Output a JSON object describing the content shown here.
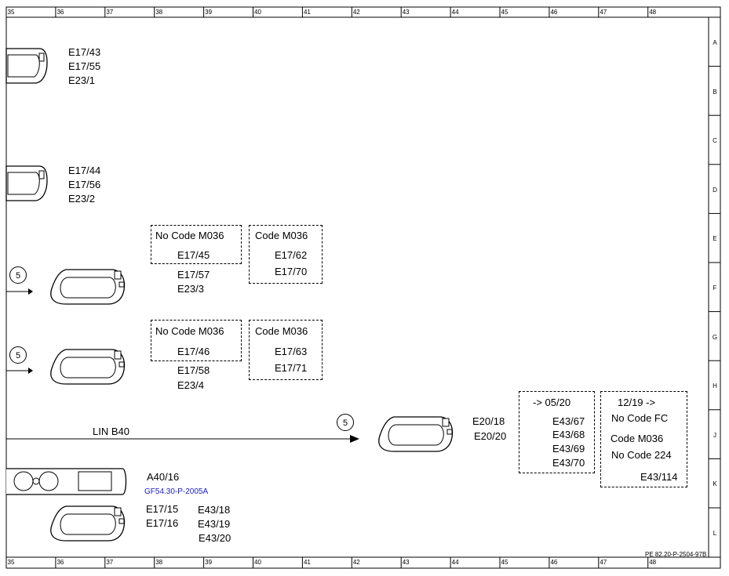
{
  "ruler": {
    "cols": [
      "35",
      "36",
      "37",
      "38",
      "39",
      "40",
      "41",
      "42",
      "43",
      "44",
      "45",
      "46",
      "47",
      "48"
    ],
    "rows": [
      "A",
      "B",
      "C",
      "D",
      "E",
      "F",
      "G",
      "H",
      "J",
      "K",
      "L"
    ]
  },
  "groups": {
    "g1": [
      "E17/43",
      "E17/55",
      "E23/1"
    ],
    "g2": [
      "E17/44",
      "E17/56",
      "E23/2"
    ]
  },
  "box1": {
    "title": "No Code M036",
    "item": "E17/45",
    "below": [
      "E17/57",
      "E23/3"
    ]
  },
  "box2": {
    "title": "Code M036",
    "items": [
      "E17/62",
      "E17/70"
    ]
  },
  "box3": {
    "title": "No Code M036",
    "item": "E17/46",
    "below": [
      "E17/58",
      "E23/4"
    ]
  },
  "box4": {
    "title": "Code M036",
    "items": [
      "E17/63",
      "E17/71"
    ]
  },
  "arrow_label": "5",
  "lin": "LIN B40",
  "e20": [
    "E20/18",
    "E20/20"
  ],
  "box5": {
    "title": "-> 05/20",
    "items": [
      "E43/67",
      "E43/68",
      "E43/69",
      "E43/70"
    ]
  },
  "box6": {
    "title": "12/19 ->",
    "items": [
      "No Code FC",
      "Code M036",
      "No Code 224"
    ],
    "last": "E43/114"
  },
  "cluster": {
    "id": "A40/16",
    "link": "GF54.30-P-2005A"
  },
  "bottom": {
    "col1": [
      "E17/15",
      "E17/16"
    ],
    "col2": [
      "E43/18",
      "E43/19",
      "E43/20"
    ]
  },
  "doc_id": "PE 82.20-P-2504-97B"
}
